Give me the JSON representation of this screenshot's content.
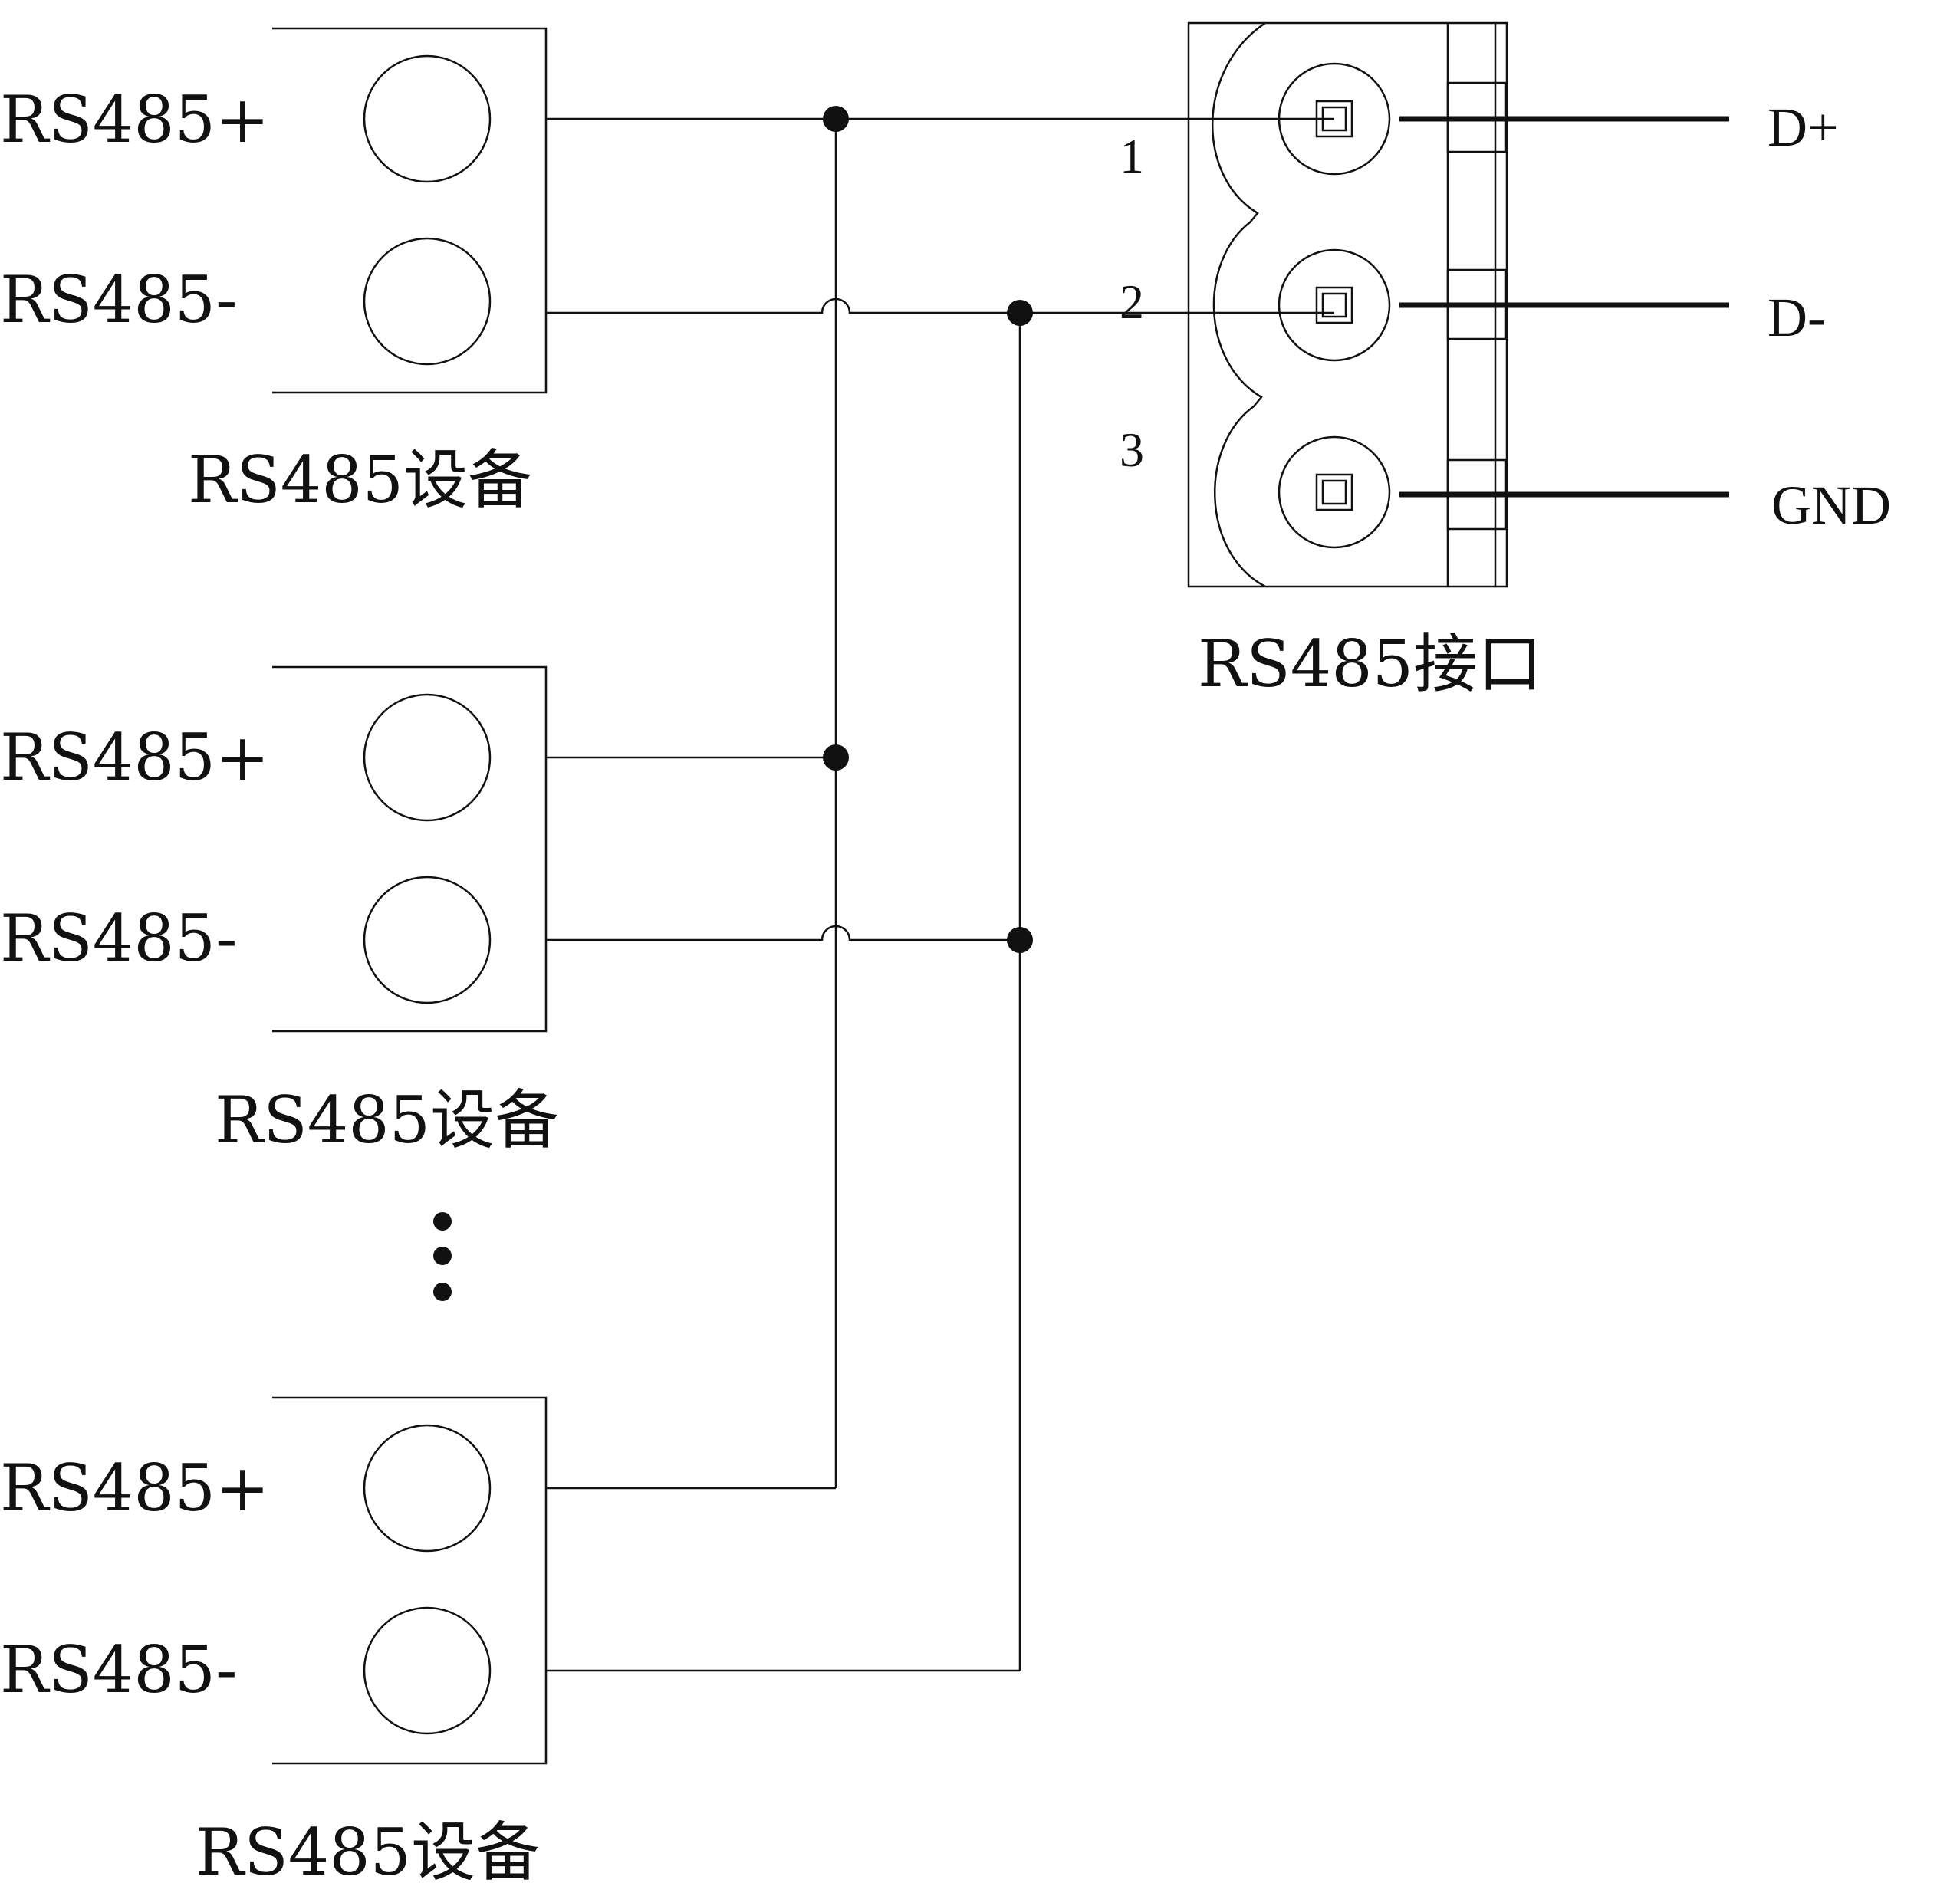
{
  "devices": [
    {
      "plus_label": "RS485+",
      "minus_label": "RS485-",
      "name": "RS485设备"
    },
    {
      "plus_label": "RS485+",
      "minus_label": "RS485-",
      "name": "RS485设备"
    },
    {
      "plus_label": "RS485+",
      "minus_label": "RS485-",
      "name": "RS485设备"
    }
  ],
  "connector": {
    "name": "RS485接口",
    "pins": [
      "1",
      "2",
      "3"
    ],
    "signals": [
      "D+",
      "D-",
      "GND"
    ]
  }
}
